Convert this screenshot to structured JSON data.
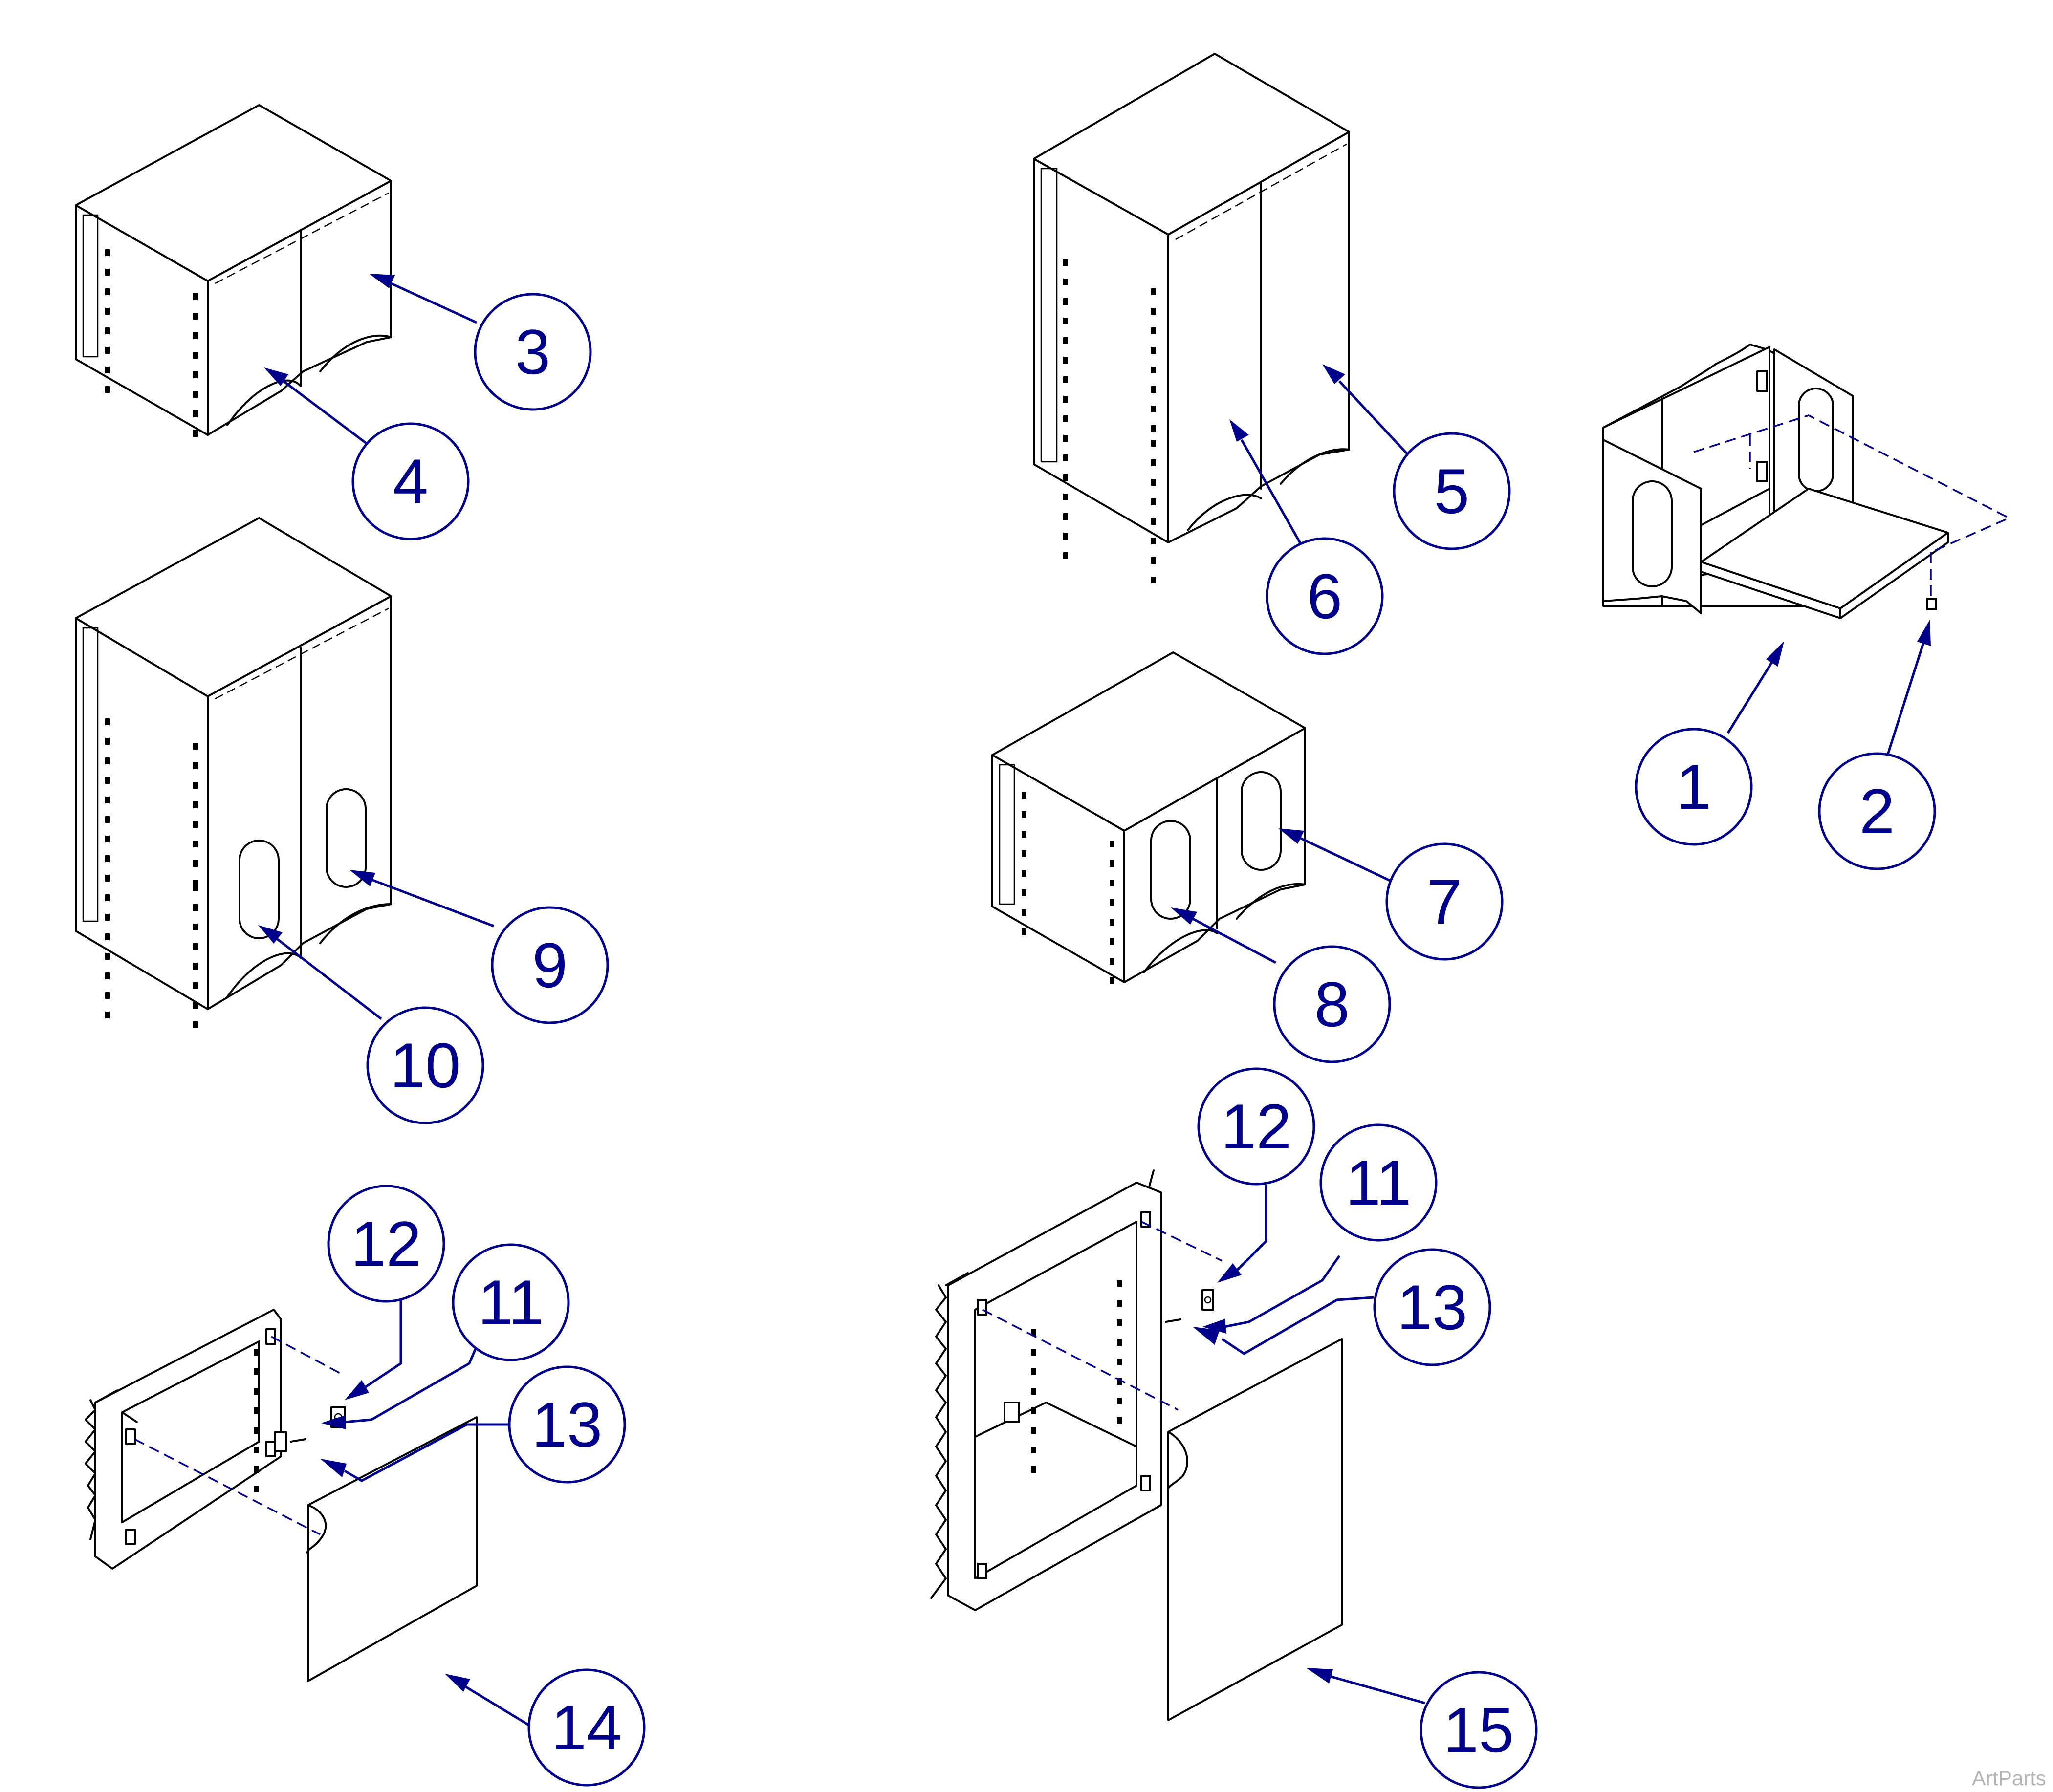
{
  "callouts": [
    {
      "label": "1"
    },
    {
      "label": "2"
    },
    {
      "label": "3"
    },
    {
      "label": "4"
    },
    {
      "label": "5"
    },
    {
      "label": "6"
    },
    {
      "label": "7"
    },
    {
      "label": "8"
    },
    {
      "label": "9"
    },
    {
      "label": "10"
    },
    {
      "label": "11"
    },
    {
      "label": "12"
    },
    {
      "label": "13"
    },
    {
      "label": "11"
    },
    {
      "label": "12"
    },
    {
      "label": "13"
    },
    {
      "label": "14"
    },
    {
      "label": "15"
    }
  ],
  "watermark": "ArtParts",
  "colors": {
    "callout": "#00008b",
    "line": "#000000",
    "watermark": "#b4b4b4"
  }
}
